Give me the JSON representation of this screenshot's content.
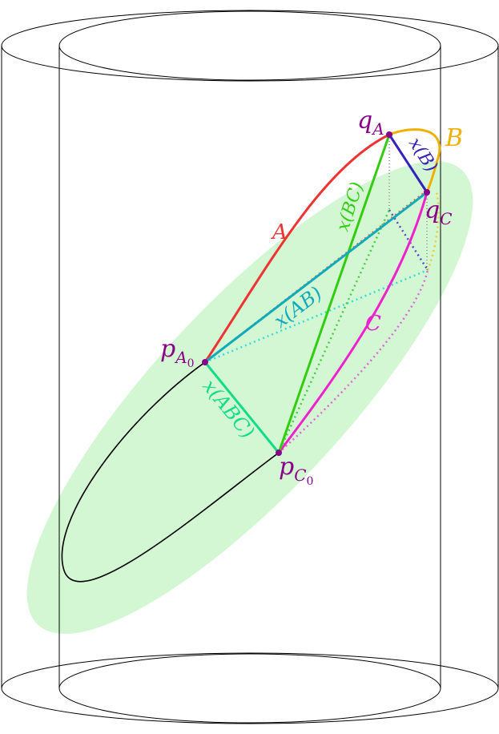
{
  "labels": {
    "qA": {
      "main": "q",
      "sub": "A"
    },
    "qC": {
      "main": "q",
      "sub": "C"
    },
    "pA0": {
      "main": "p",
      "sub": "A",
      "subsub": "0"
    },
    "pC0": {
      "main": "p",
      "sub": "C",
      "subsub": "0"
    },
    "A": "A",
    "B": "B",
    "C": "C",
    "xB": "x(B)",
    "xBC": "x(BC)",
    "xAB": "x(AB)",
    "xABC": "x(ABC)"
  },
  "colors": {
    "outline": "#000000",
    "plane_fill": "#c8f5c8",
    "curve_A": "#ee3333",
    "curve_B": "#f0b000",
    "curve_C": "#ee22cc",
    "x_B": "#3322bb",
    "x_BC": "#33cc11",
    "x_AB": "#11aabb",
    "x_ABC": "#11dd88",
    "dot": "#880088",
    "label": "#880088",
    "dotted_AC": "#ee6644",
    "dotted_AB": "#33dddd",
    "dotted_B": "#5544cc",
    "dotted_BC": "#44cc44",
    "dotted_C": "#dd66dd",
    "dotted_Bcap": "#f0c830"
  }
}
